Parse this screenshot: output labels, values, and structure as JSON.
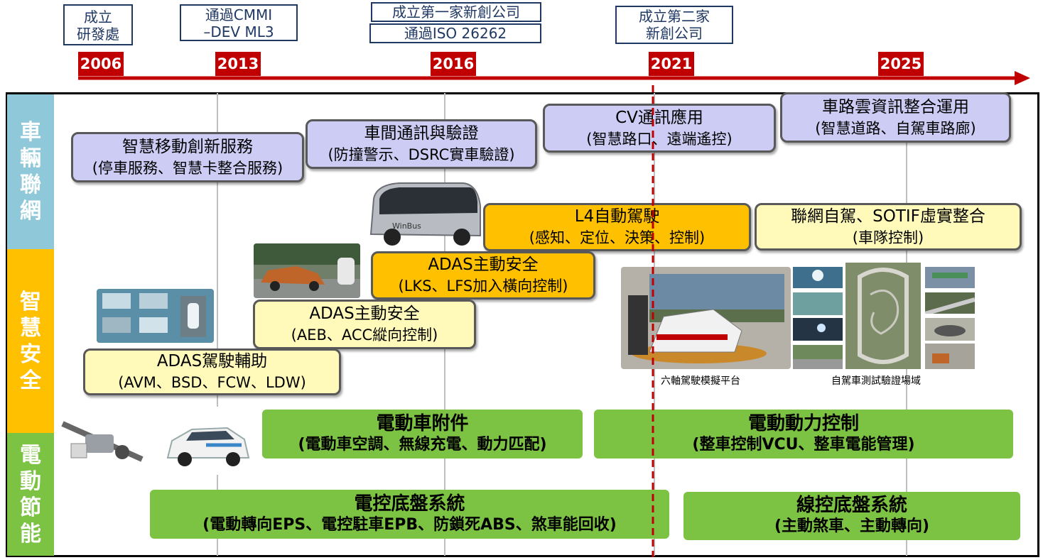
{
  "timeline": {
    "years": [
      "2006",
      "2013",
      "2016",
      "2021",
      "2025"
    ],
    "milestones": [
      {
        "lines": [
          "成立",
          "研發處"
        ]
      },
      {
        "lines": [
          "通過CMMI",
          "–DEV ML3"
        ]
      },
      {
        "lines": [
          "成立第一家新創公司"
        ]
      },
      {
        "lines": [
          "通過ISO 26262"
        ]
      },
      {
        "lines": [
          "成立第二家",
          "新創公司"
        ]
      }
    ]
  },
  "categories": [
    {
      "chars": [
        "車",
        "輛",
        "聯",
        "網"
      ],
      "color": "#8fc8d8"
    },
    {
      "chars": [
        "智",
        "慧",
        "安",
        "全"
      ],
      "color": "#ffc000"
    },
    {
      "chars": [
        "電",
        "動",
        "節",
        "能"
      ],
      "color": "#7cc243"
    }
  ],
  "boxes": {
    "smart_mobility": {
      "title": "智慧移動創新服務",
      "sub": "(停車服務、智慧卡整合服務)"
    },
    "v2v": {
      "title": "車間通訊與驗證",
      "sub": "(防撞警示、DSRC實車驗證)"
    },
    "cv": {
      "title": "CV通訊應用",
      "sub": "(智慧路口、遠端遙控)"
    },
    "cloud": {
      "title": "車路雲資訊整合運用",
      "sub": "(智慧道路、自駕車路廊)"
    },
    "l4": {
      "title": "L4自動駕駛",
      "sub": "(感知、定位、決策、控制)"
    },
    "sotif": {
      "title": "聯網自駕、SOTIF虛實整合",
      "sub": "(車隊控制)"
    },
    "adas_lat": {
      "title": "ADAS主動安全",
      "sub": "(LKS、LFS加入橫向控制)"
    },
    "adas_long": {
      "title": "ADAS主動安全",
      "sub": "(AEB、ACC縱向控制)"
    },
    "adas_assist": {
      "title": "ADAS駕駛輔助",
      "sub": "(AVM、BSD、FCW、LDW)"
    },
    "ev_acc": {
      "title": "電動車附件",
      "sub": "(電動車空調、無線充電、動力匹配)"
    },
    "ev_power": {
      "title": "電動動力控制",
      "sub": "(整車控制VCU、整車電能管理)"
    },
    "chassis": {
      "title": "電控底盤系統",
      "sub": "(電動轉向EPS、電控駐車EPB、防鎖死ABS、煞車能回收)"
    },
    "wire": {
      "title": "線控底盤系統",
      "sub": "(主動煞車、主動轉向)"
    }
  },
  "captions": {
    "simulator": "六軸駕駛模擬平台",
    "testfield": "自駕車測試驗證場域",
    "shuttle_brand": "WinBus"
  },
  "colors": {
    "timeline_red": "#c00000",
    "lavender": "#ccccf5",
    "light_yellow": "#fffab9",
    "orange": "#ffc000",
    "green": "#7cc243"
  }
}
